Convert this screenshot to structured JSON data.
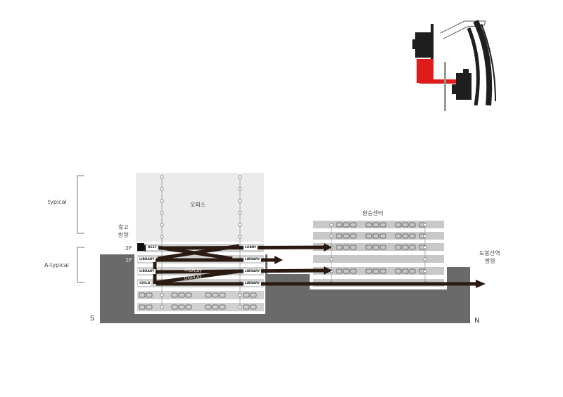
{
  "labels": {
    "typical": "typical",
    "a_typical": "A-typical",
    "rest_dir_1": "휴고",
    "rest_dir_2": "방향",
    "floor_2f": "2F",
    "floor_1f": "1F",
    "office": "오피스",
    "transfer_center": "환승센터",
    "dobong_1": "도봉산역",
    "dobong_2": "방향",
    "south": "S",
    "north": "N",
    "rest": "REST",
    "lobby": "LOBBY",
    "library": "LIBRARY",
    "child": "CHILD",
    "display": "DISPLAY"
  },
  "colors": {
    "ground": "#6a6a6a",
    "office_block": "#ebebeb",
    "bus_floor": "#c8c8c8",
    "arrow": "#2a1a12",
    "highlight": "#e01b1b",
    "ink": "#222222"
  }
}
